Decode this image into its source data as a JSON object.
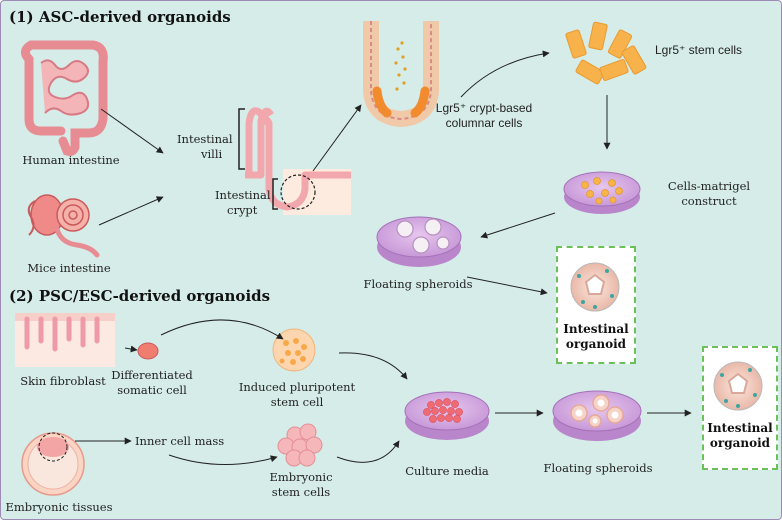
{
  "sections": {
    "asc_title": "(1)  ASC-derived organoids",
    "psc_title": "(2)  PSC/ESC-derived organoids"
  },
  "labels": {
    "human_intestine": "Human intestine",
    "mice_intestine": "Mice intestine",
    "intestinal_villi_1": "Intestinal",
    "intestinal_villi_2": "villi",
    "intestinal_crypt_1": "Intestinal",
    "intestinal_crypt_2": "crypt",
    "lgr5_crypt_1": "Lgr5⁺ crypt-based",
    "lgr5_crypt_2": "columnar cells",
    "lgr5_stem": "Lgr5⁺ stem cells",
    "cells_matrigel_1": "Cells-matrigel",
    "cells_matrigel_2": "construct",
    "floating_spheroids_1": "Floating spheroids",
    "intestinal_organoid_1a": "Intestinal",
    "intestinal_organoid_1b": "organoid",
    "skin_fibroblast": "Skin fibroblast",
    "differentiated_1": "Differentiated",
    "differentiated_2": "somatic cell",
    "ipsc_1": "Induced pluripotent",
    "ipsc_2": "stem cell",
    "inner_cell_mass": "Inner cell mass",
    "embryonic_tissues": "Embryonic tissues",
    "esc_1": "Embryonic",
    "esc_2": "stem cells",
    "culture_media": "Culture media",
    "floating_spheroids_2": "Floating spheroids",
    "intestinal_organoid_2a": "Intestinal",
    "intestinal_organoid_2b": "organoid"
  },
  "colors": {
    "background": "#d6ece9",
    "border": "#9f8ab6",
    "dish": "#cfa2dc",
    "dashed_box": "#6cc05a",
    "intestine": "#f0a3a6",
    "stem_cell": "#f7b24c"
  }
}
